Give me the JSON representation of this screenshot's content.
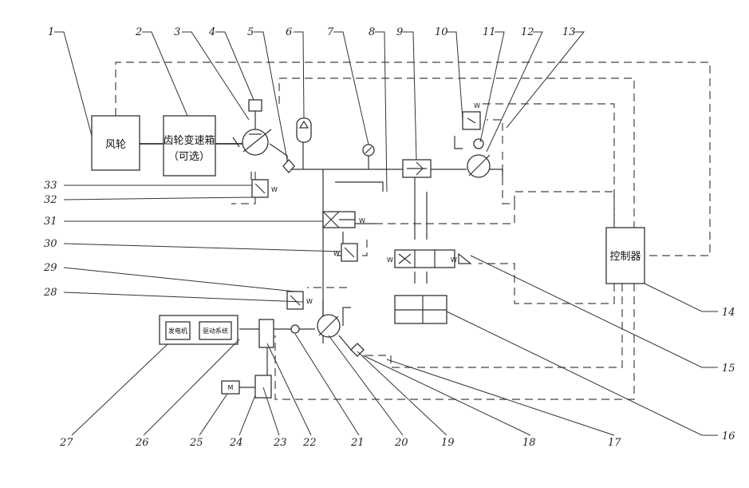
{
  "components": {
    "wind_turbine": "风轮",
    "gearbox_line1": "齿轮变速箱",
    "gearbox_line2": "（可选）",
    "controller": "控制器",
    "generator": "发电机",
    "drive_system": "驱动系统"
  },
  "labels": [
    "1",
    "2",
    "3",
    "4",
    "5",
    "6",
    "7",
    "8",
    "9",
    "10",
    "11",
    "12",
    "13",
    "14",
    "15",
    "16",
    "17",
    "18",
    "19",
    "20",
    "21",
    "22",
    "23",
    "24",
    "25",
    "26",
    "27",
    "28",
    "29",
    "30",
    "31",
    "32",
    "33"
  ]
}
